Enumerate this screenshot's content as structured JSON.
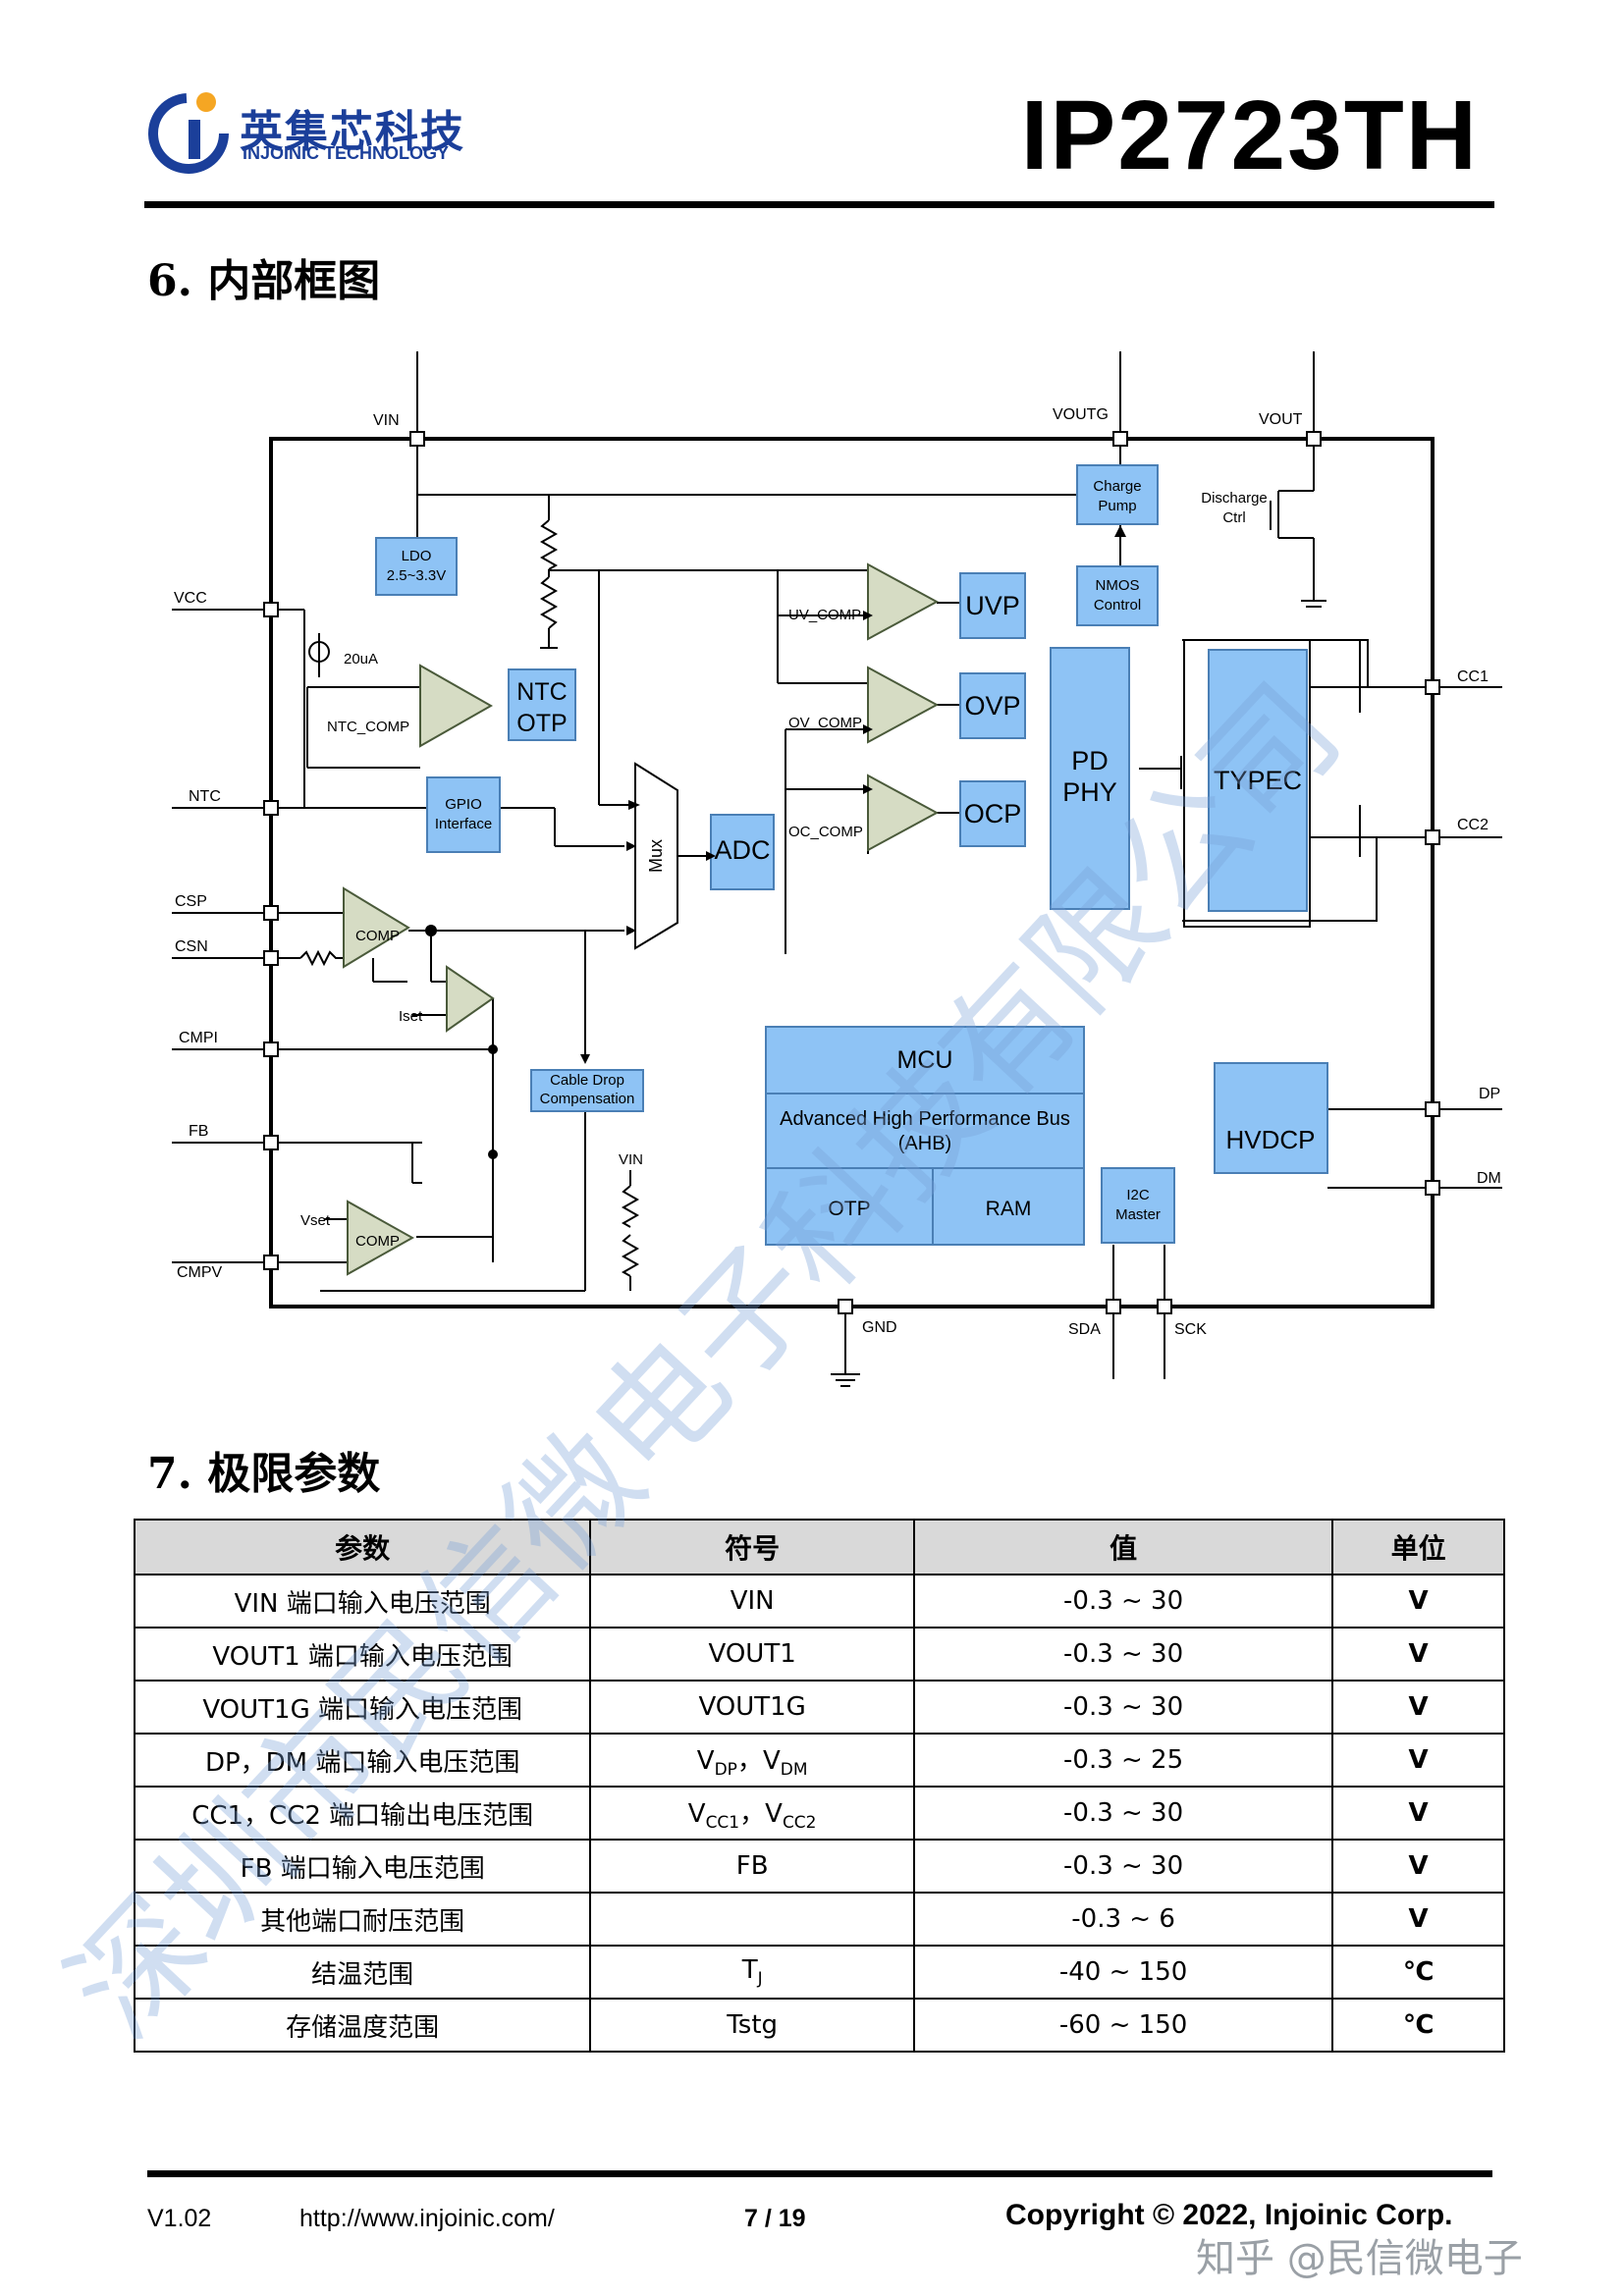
{
  "header": {
    "logo_cn": "英集芯科技",
    "logo_en": "INJOINIC TECHNOLOGY",
    "part_number": "IP2723TH"
  },
  "section6": {
    "title": "6. 内部框图"
  },
  "diagram": {
    "pins": {
      "vin": "VIN",
      "voutg": "VOUTG",
      "vout": "VOUT",
      "vcc": "VCC",
      "ntc": "NTC",
      "csp": "CSP",
      "csn": "CSN",
      "cmpi": "CMPI",
      "fb": "FB",
      "cmpv": "CMPV",
      "gnd": "GND",
      "sda": "SDA",
      "sck": "SCK",
      "cc1": "CC1",
      "cc2": "CC2",
      "dp": "DP",
      "dm": "DM"
    },
    "blocks": {
      "ldo": [
        "LDO",
        "2.5~3.3V"
      ],
      "charge_pump": [
        "Charge",
        "Pump"
      ],
      "nmos_control": [
        "NMOS",
        "Control"
      ],
      "discharge_ctrl": [
        "Discharge",
        "Ctrl"
      ],
      "ntc_otp": [
        "NTC",
        "OTP"
      ],
      "gpio": [
        "GPIO",
        "Interface"
      ],
      "uvp": "UVP",
      "ovp": "OVP",
      "ocp": "OCP",
      "adc": "ADC",
      "mux": "Mux",
      "pd_phy": [
        "PD",
        "PHY"
      ],
      "typec": "TYPEC",
      "cable_drop": [
        "Cable Drop",
        "Compensation"
      ],
      "mcu": "MCU",
      "ahb": [
        "Advanced High Performance Bus",
        "(AHB)"
      ],
      "otp": "OTP",
      "ram": "RAM",
      "i2c": [
        "I2C",
        "Master"
      ],
      "hvdcp": "HVDCP"
    },
    "labels": {
      "current_source": "20uA",
      "ntc_comp": "NTC_COMP",
      "uv_comp": "UV_COMP",
      "ov_comp": "OV_COMP",
      "oc_comp": "OC_COMP",
      "comp": "COMP",
      "iset": "Iset",
      "vset": "Vset",
      "vin_inner": "VIN"
    }
  },
  "section7": {
    "title": "7. 极限参数"
  },
  "table": {
    "headers": [
      "参数",
      "符号",
      "值",
      "单位"
    ],
    "rows": [
      {
        "param": "VIN 端口输入电压范围",
        "symbol": "VIN",
        "value": "-0.3 ~ 30",
        "unit": "V"
      },
      {
        "param": "VOUT1 端口输入电压范围",
        "symbol": "VOUT1",
        "value": "-0.3 ~ 30",
        "unit": "V"
      },
      {
        "param": "VOUT1G 端口输入电压范围",
        "symbol": "VOUT1G",
        "value": "-0.3 ~ 30",
        "unit": "V"
      },
      {
        "param": "DP，DM 端口输入电压范围",
        "symbol": "V_DP，V_DM",
        "value": "-0.3 ~ 25",
        "unit": "V"
      },
      {
        "param": "CC1，CC2 端口输出电压范围",
        "symbol": "V_CC1，V_CC2",
        "value": "-0.3 ~ 30",
        "unit": "V"
      },
      {
        "param": "FB 端口输入电压范围",
        "symbol": "FB",
        "value": "-0.3 ~ 30",
        "unit": "V"
      },
      {
        "param": "其他端口耐压范围",
        "symbol": "",
        "value": "-0.3 ~ 6",
        "unit": "V"
      },
      {
        "param": "结温范围",
        "symbol": "T_J",
        "value": "-40 ~ 150",
        "unit": "℃"
      },
      {
        "param": "存储温度范围",
        "symbol": "Tstg",
        "value": "-60 ~ 150",
        "unit": "℃"
      }
    ]
  },
  "footer": {
    "version": "V1.02",
    "url": "http://www.injoinic.com/",
    "page": "7 / 19",
    "copyright": "Copyright © 2022, Injoinic Corp."
  },
  "watermarks": {
    "diagonal": "深圳市民信微电子科技有限公司",
    "corner": "知乎 @民信微电子"
  },
  "colors": {
    "block_fill": "#8ec3f5",
    "block_stroke": "#4a7fb5",
    "comp_fill": "#d6dcc4",
    "logo": "#1b3f9a"
  }
}
